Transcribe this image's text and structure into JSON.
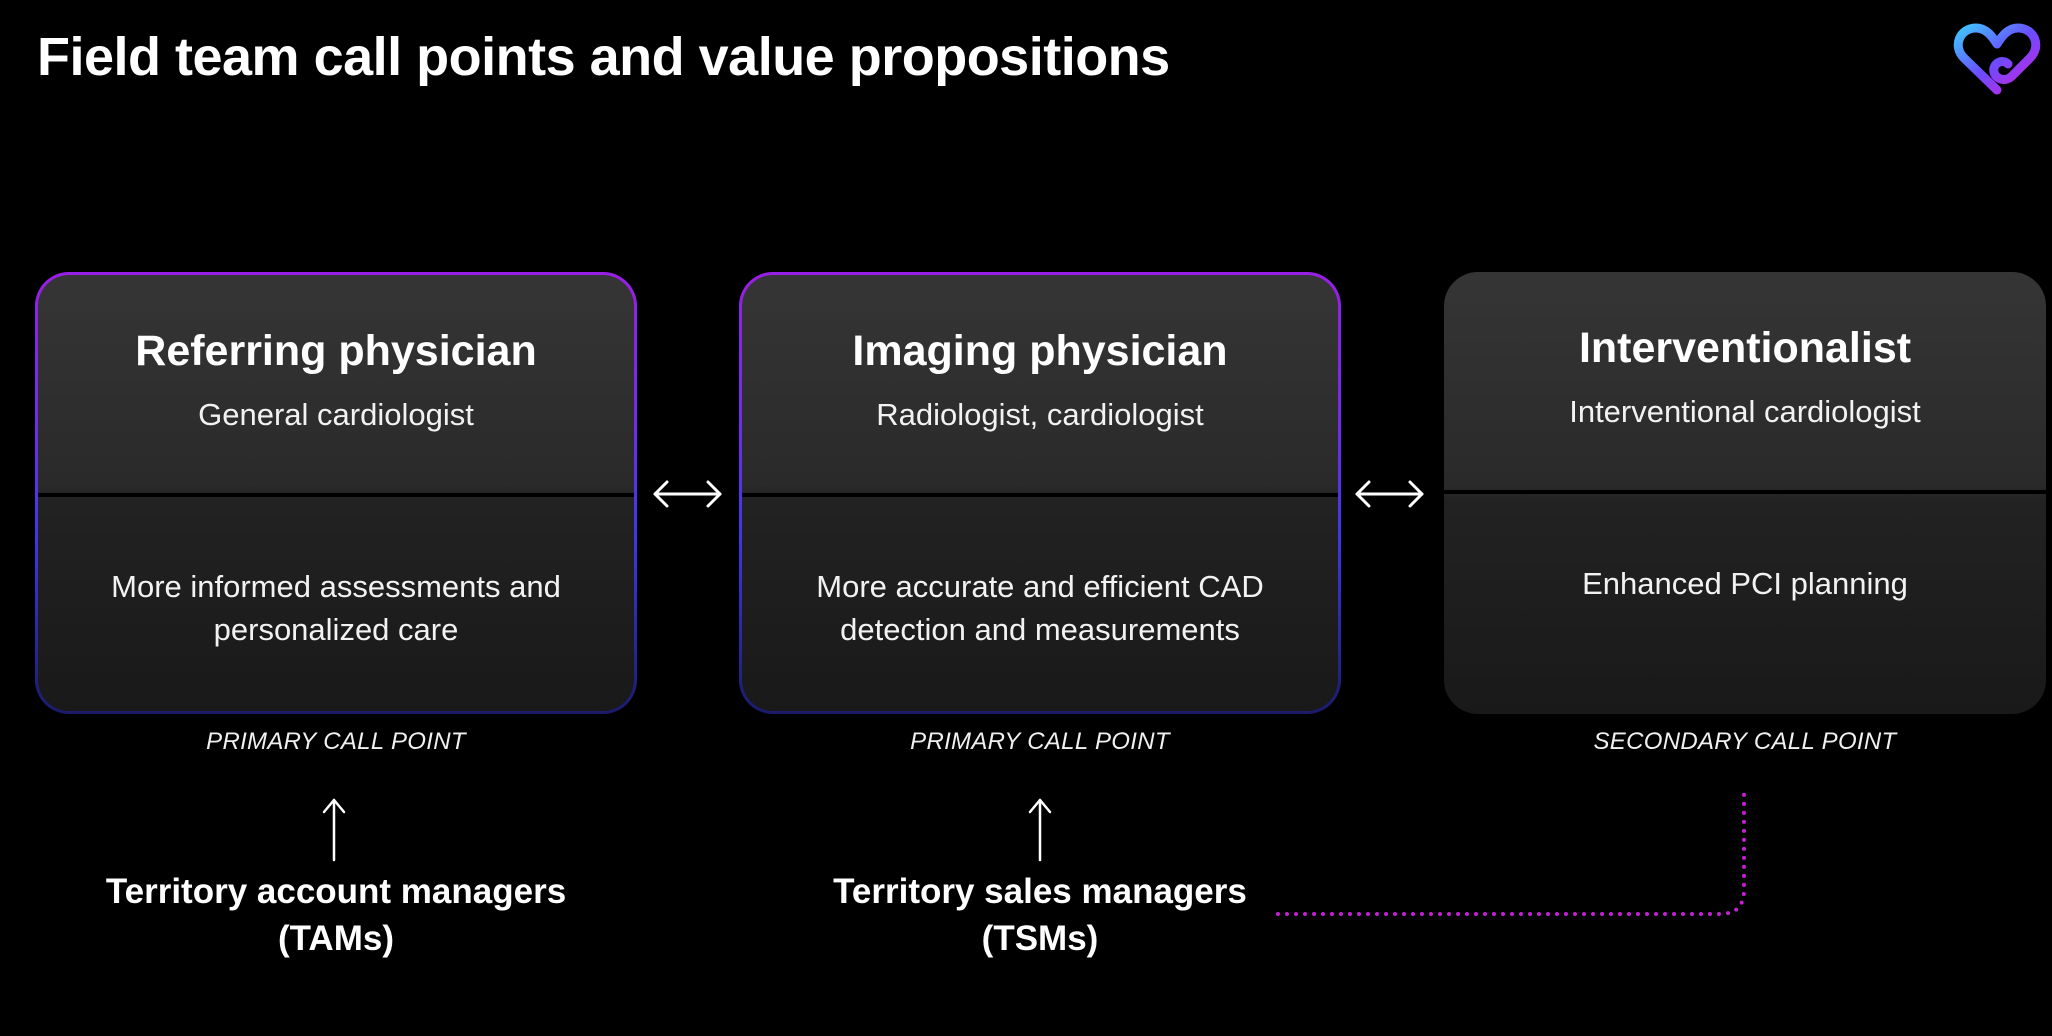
{
  "title": "Field team call points and value propositions",
  "icons": {
    "logo": "heart-infinity-logo-icon",
    "arrow": "double-arrow-icon",
    "up": "up-arrow-icon"
  },
  "colors": {
    "accent_top": "#9a1fe6",
    "accent_bottom": "#3e38e6",
    "dotted": "#c41fd6"
  },
  "cards": [
    {
      "title": "Referring physician",
      "subtitle": "General cardiologist",
      "value": "More informed assessments and personalized care",
      "call_point": "PRIMARY CALL POINT",
      "highlighted": true
    },
    {
      "title": "Imaging physician",
      "subtitle": "Radiologist, cardiologist",
      "value": "More accurate and efficient CAD detection and measurements",
      "call_point": "PRIMARY CALL POINT",
      "highlighted": true
    },
    {
      "title": "Interventionalist",
      "subtitle": "Interventional cardiologist",
      "value": "Enhanced PCI planning",
      "call_point": "SECONDARY CALL POINT",
      "highlighted": false
    }
  ],
  "managers": [
    {
      "line1": "Territory account managers",
      "line2": "(TAMs)"
    },
    {
      "line1": "Territory sales managers",
      "line2": "(TSMs)"
    }
  ]
}
